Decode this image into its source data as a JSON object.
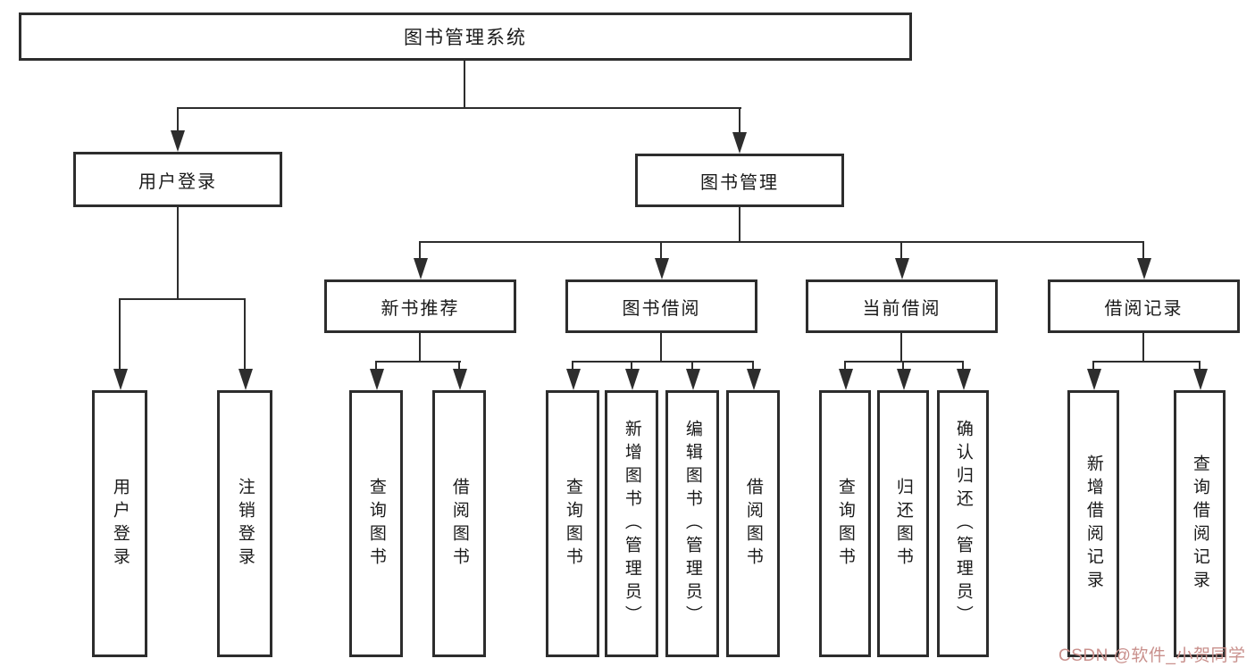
{
  "diagram_title": "图书管理系统",
  "nodes": {
    "root": {
      "label": "图书管理系统"
    },
    "user_login": {
      "label": "用户登录"
    },
    "book_mgmt": {
      "label": "图书管理"
    },
    "new_books": {
      "label": "新书推荐"
    },
    "book_borrowing": {
      "label": "图书借阅"
    },
    "current_borrowing": {
      "label": "当前借阅"
    },
    "borrowing_records": {
      "label": "借阅记录"
    },
    "leaf_user_login": {
      "label": "用户登录"
    },
    "leaf_logout": {
      "label": "注销登录"
    },
    "leaf_nb_query_books": {
      "label": "查询图书"
    },
    "leaf_nb_borrow_books": {
      "label": "借阅图书"
    },
    "leaf_bb_query_books": {
      "label": "查询图书"
    },
    "leaf_bb_add_books": {
      "label": "新增图书（管理员）"
    },
    "leaf_bb_edit_books": {
      "label": "编辑图书（管理员）"
    },
    "leaf_bb_borrow_books": {
      "label": "借阅图书"
    },
    "leaf_cb_query_books": {
      "label": "查询图书"
    },
    "leaf_cb_return_books": {
      "label": "归还图书"
    },
    "leaf_cb_confirm_return": {
      "label": "确认归还（管理员）"
    },
    "leaf_br_add_record": {
      "label": "新增借阅记录"
    },
    "leaf_br_query_record": {
      "label": "查询借阅记录"
    }
  },
  "hierarchy": {
    "图书管理系统": {
      "用户登录": [
        "用户登录",
        "注销登录"
      ],
      "图书管理": {
        "新书推荐": [
          "查询图书",
          "借阅图书"
        ],
        "图书借阅": [
          "查询图书",
          "新增图书（管理员）",
          "编辑图书（管理员）",
          "借阅图书"
        ],
        "当前借阅": [
          "查询图书",
          "归还图书",
          "确认归还（管理员）"
        ],
        "借阅记录": [
          "新增借阅记录",
          "查询借阅记录"
        ]
      }
    }
  },
  "watermark": {
    "text": "CSDN @软件_小贺同学",
    "color": "#c9908c"
  },
  "colors": {
    "line": "#2d2d2d",
    "background": "#ffffff",
    "text": "#1a1a1a"
  }
}
